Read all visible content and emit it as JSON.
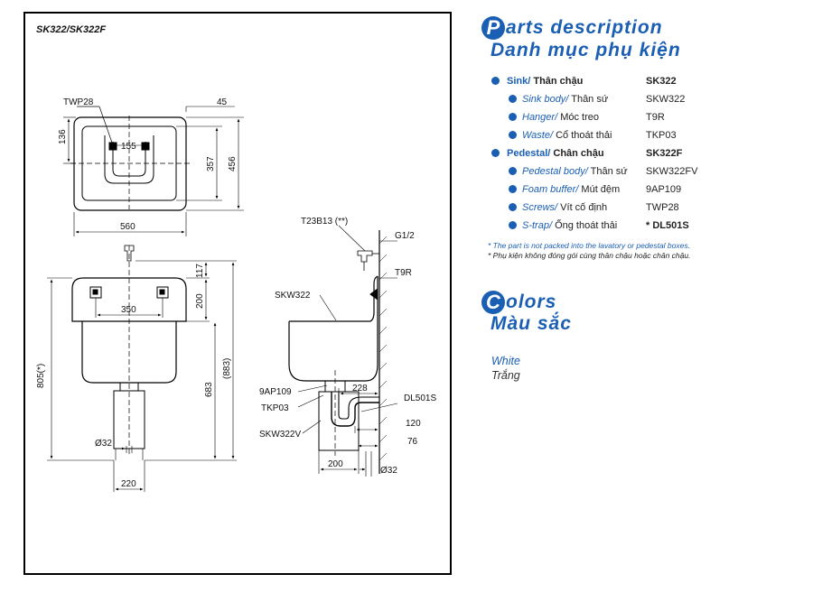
{
  "drawing": {
    "model_title": "SK322/SK322F",
    "labels": {
      "twp28": "TWP28",
      "t23b13": "T23B13 (**)",
      "g12": "G1/2",
      "t9r": "T9R",
      "skw322": "SKW322",
      "ap109": "9AP109",
      "tkp03": "TKP03",
      "skw322v": "SKW322V",
      "dl501s": "DL501S"
    },
    "dimensions": {
      "d45": "45",
      "d136": "136",
      "d155": "155",
      "d357": "357",
      "d456": "456",
      "d560": "560",
      "d117": "117",
      "d200a": "200",
      "d350": "350",
      "d805": "805(*)",
      "d683": "683",
      "d883": "(883)",
      "d32a": "Ø32",
      "d220": "220",
      "d228": "228",
      "d120": "120",
      "d76": "76",
      "d200b": "200",
      "d32b": "Ø32"
    }
  },
  "parts": {
    "heading_letter": "P",
    "heading_rest": "arts description",
    "heading_vn": "Danh mục phụ kiện",
    "items": [
      {
        "level": 0,
        "en": "Sink/",
        "vn": " Thân chậu",
        "code": "SK322"
      },
      {
        "level": 1,
        "en": "Sink  body/",
        "vn": " Thân sứ",
        "code": "SKW322"
      },
      {
        "level": 1,
        "en": "Hanger/",
        "vn": " Móc treo",
        "code": "T9R"
      },
      {
        "level": 1,
        "en": "Waste/",
        "vn": " Cổ thoát thải",
        "code": "TKP03"
      },
      {
        "level": 0,
        "en": "Pedestal/",
        "vn": " Chân chậu",
        "code": "SK322F"
      },
      {
        "level": 1,
        "en": "Pedestal body/",
        "vn": " Thân sứ",
        "code": "SKW322FV"
      },
      {
        "level": 1,
        "en": "Foam buffer/",
        "vn": " Mút đệm",
        "code": "9AP109"
      },
      {
        "level": 1,
        "en": "Screws/",
        "vn": " Vít cố định",
        "code": "TWP28"
      },
      {
        "level": 1,
        "en": "S-trap/",
        "vn": " Ống thoát thải",
        "code": "* DL501S"
      }
    ],
    "note_en": "* The part is not packed  into the lavatory or pedestal boxes.",
    "note_vn": "* Phụ kiện không đóng gói cùng thân chậu hoặc chân chậu."
  },
  "colors": {
    "heading_letter": "C",
    "heading_rest": "olors",
    "heading_vn": "Màu sắc",
    "items": [
      {
        "en": "White",
        "vn": "Trắng"
      }
    ]
  },
  "theme": {
    "accent": "#1a5fb4",
    "line": "#000000"
  }
}
